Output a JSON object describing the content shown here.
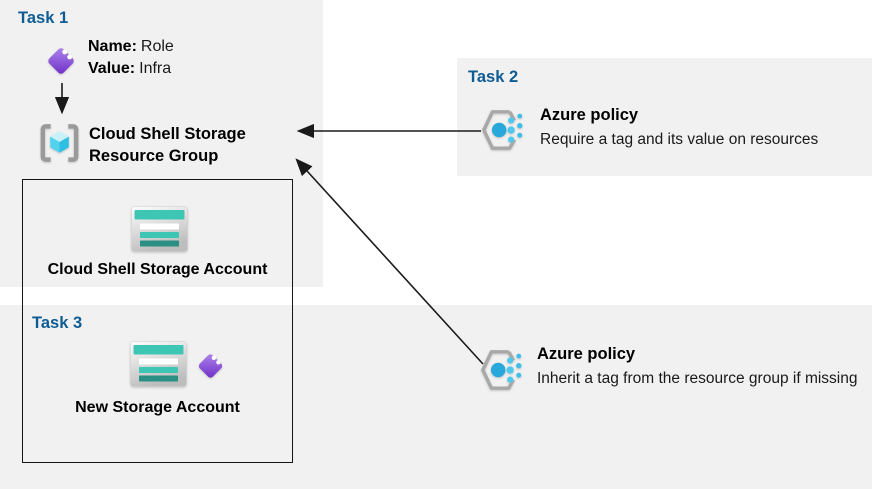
{
  "task1": {
    "label": "Task 1",
    "tag": {
      "name_label": "Name:",
      "name_value": "Role",
      "value_label": "Value:",
      "value_value": "Infra"
    },
    "resource_group": {
      "line1": "Cloud Shell Storage",
      "line2": "Resource Group"
    },
    "storage_account_label": "Cloud Shell Storage Account"
  },
  "task2": {
    "label": "Task 2",
    "policy_title": "Azure policy",
    "policy_description": "Require a tag and its value on resources"
  },
  "task3": {
    "label": "Task 3",
    "storage_account_label": "New Storage Account"
  },
  "inherit_policy": {
    "policy_title": "Azure policy",
    "policy_description": "Inherit a tag from the resource group if missing"
  },
  "icons": {
    "tag": "tag-icon",
    "resource_group": "resource-group-icon",
    "storage_account": "storage-account-icon",
    "azure_policy": "azure-policy-icon",
    "arrows": "arrow-connector"
  },
  "colors": {
    "task_title_blue": "#0e5c94",
    "panel_gray": "#f1f1f1",
    "teal": "#3ec6b4",
    "teal_dark": "#2b8f84",
    "tag_purple_light": "#af85ec",
    "tag_purple_dark": "#6e2ec6",
    "policy_cyan": "#29a9db",
    "policy_cyan_light": "#4ec8ef",
    "cube_top": "#c9f1fa",
    "cube_left": "#53d2ee",
    "cube_right": "#2fbfe2",
    "bracket_gray": "#9a9a9a",
    "arrow_black": "#1a1a1a"
  }
}
